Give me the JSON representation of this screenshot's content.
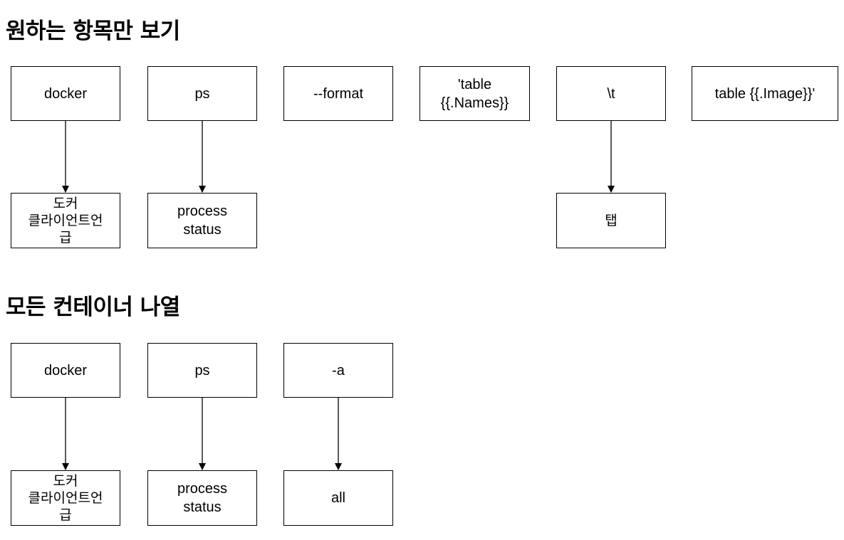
{
  "section1": {
    "title": "원하는 항목만 보기",
    "tokens": [
      "docker",
      "ps",
      "--format",
      "'table\n{{.Names}}",
      "\\t",
      "table {{.Image}}'"
    ],
    "descriptions": {
      "docker": "도커\n클라이언트언\n급",
      "ps": "process\nstatus",
      "tab": "탭"
    }
  },
  "section2": {
    "title": "모든 컨테이너 나열",
    "tokens": [
      "docker",
      "ps",
      "-a"
    ],
    "descriptions": {
      "docker": "도커\n클라이언트언\n급",
      "ps": "process\nstatus",
      "a": "all"
    }
  }
}
